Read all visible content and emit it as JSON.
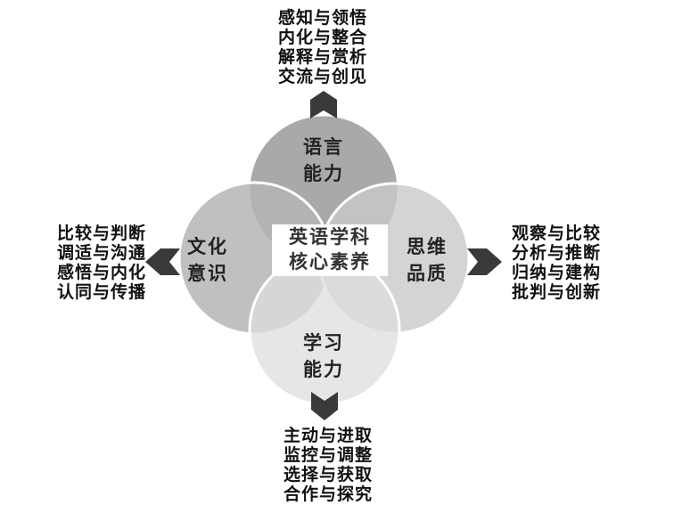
{
  "center": {
    "line1": "英语学科",
    "line2": "核心素养"
  },
  "circles": {
    "top": {
      "line1": "语言",
      "line2": "能力"
    },
    "left": {
      "line1": "文化",
      "line2": "意识"
    },
    "right": {
      "line1": "思维",
      "line2": "品质"
    },
    "bottom": {
      "line1": "学习",
      "line2": "能力"
    }
  },
  "lists": {
    "top": [
      "感知与领悟",
      "内化与整合",
      "解释与赏析",
      "交流与创见"
    ],
    "left": [
      "比较与判断",
      "调适与沟通",
      "感悟与内化",
      "认同与传播"
    ],
    "right": [
      "观察与比较",
      "分析与推断",
      "归纳与建构",
      "批判与创新"
    ],
    "bottom": [
      "主动与进取",
      "监控与调整",
      "选择与获取",
      "合作与探究"
    ]
  },
  "colors": {
    "arrow": "#3a3a3a",
    "top": "#a9a9a9",
    "left": "#b5b5b5",
    "right": "#c9c9c9",
    "bottom": "#dddddd"
  }
}
